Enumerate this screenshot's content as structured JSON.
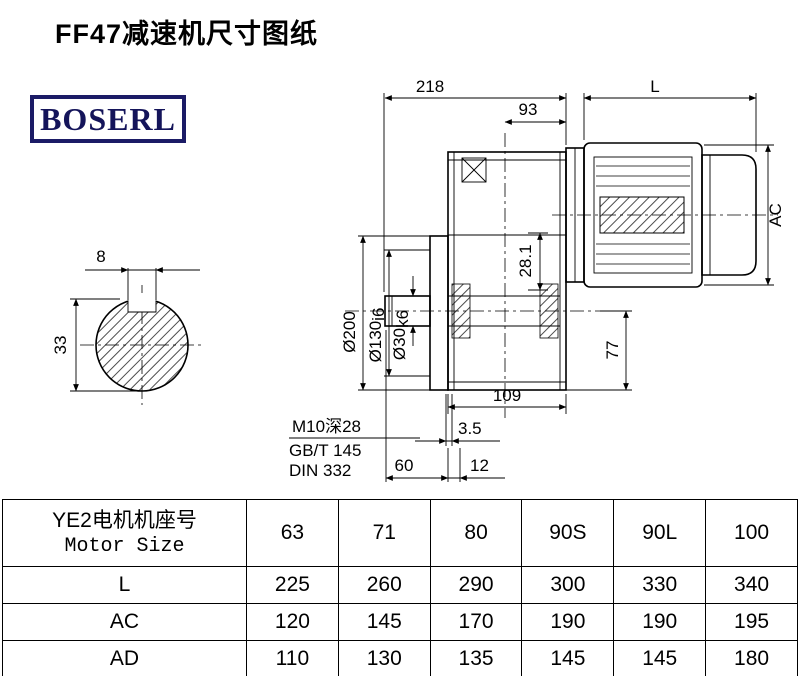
{
  "page": {
    "title": "FF47减速机尺寸图纸",
    "brand": "BOSERL"
  },
  "drawing": {
    "labels": {
      "overall_218": "218",
      "motor_length": "L",
      "dim_93": "93",
      "motor_height": "AC",
      "dim_28_1": "28.1",
      "flange_od": "Ø200",
      "spigot_dia_main": "Ø130",
      "spigot_dia_tol": "i6",
      "shaft_dia_main": "Ø30",
      "shaft_dia_tol": "k6",
      "dim_77": "77",
      "dim_109": "109",
      "dim_3_5": "3.5",
      "dim_60": "60",
      "dim_12": "12",
      "key_width": "8",
      "key_height": "33",
      "tapped_hole": "M10深28",
      "standard_gbt": "GB/T 145",
      "standard_din": "DIN 332"
    }
  },
  "table": {
    "header_cn": "YE2电机机座号",
    "header_en": "Motor Size",
    "columns": [
      "63",
      "71",
      "80",
      "90S",
      "90L",
      "100"
    ],
    "rows": [
      {
        "label": "L",
        "values": [
          "225",
          "260",
          "290",
          "300",
          "330",
          "340"
        ]
      },
      {
        "label": "AC",
        "values": [
          "120",
          "145",
          "170",
          "190",
          "190",
          "195"
        ]
      },
      {
        "label": "AD",
        "values": [
          "110",
          "130",
          "135",
          "145",
          "145",
          "180"
        ]
      }
    ]
  }
}
